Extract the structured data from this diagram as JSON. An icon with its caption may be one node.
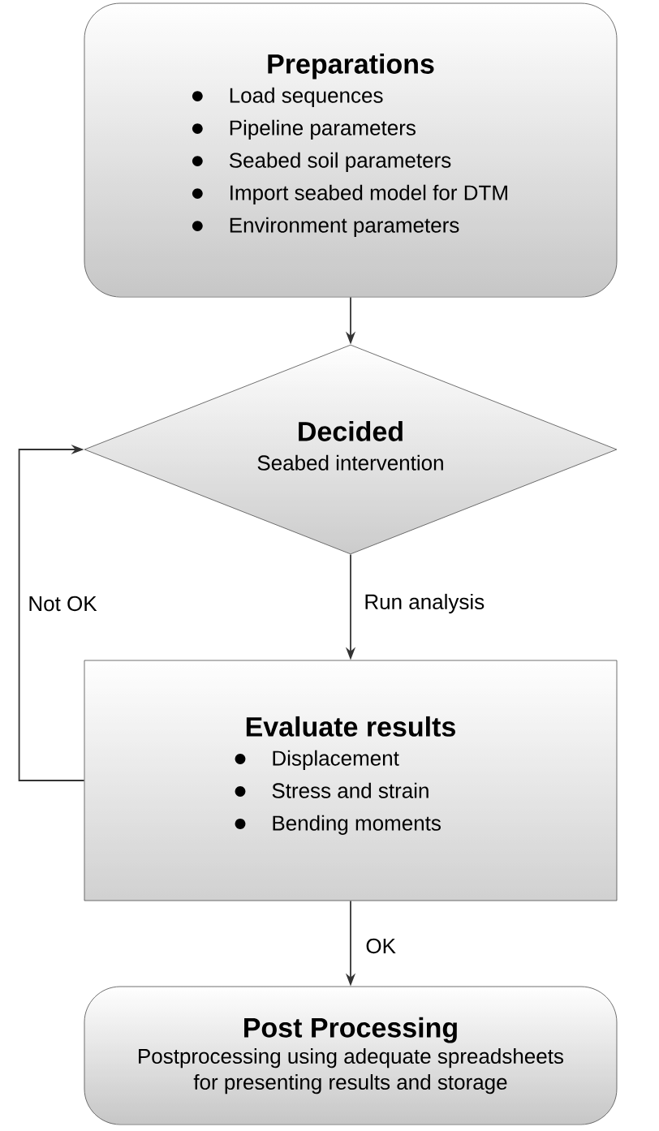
{
  "diagram": {
    "nodes": [
      {
        "text": [
          "Preparations",
          "Load sequences",
          "Pipeline parameters",
          "Seabed soil parameters",
          "Import seabed model for DTM",
          "Environment parameters"
        ]
      },
      {
        "text": [
          "Decided",
          "Seabed intervention"
        ]
      },
      {
        "text": [
          "Evaluate results",
          "Displacement",
          "Stress and strain",
          "Bending moments"
        ]
      },
      {
        "text": [
          "Post Processing",
          "Postprocessing using adequate spreadsheets for presenting results and storage"
        ]
      }
    ],
    "edges": [
      {
        "from": 0,
        "to": 1,
        "arrow": "to"
      },
      {
        "from": 1,
        "to": 2,
        "arrow": "to",
        "label": "Run analysis"
      },
      {
        "from": 2,
        "to": 1,
        "arrow": "to",
        "label": "Not OK"
      },
      {
        "from": 2,
        "to": 3,
        "arrow": "to",
        "label": "OK"
      }
    ]
  }
}
